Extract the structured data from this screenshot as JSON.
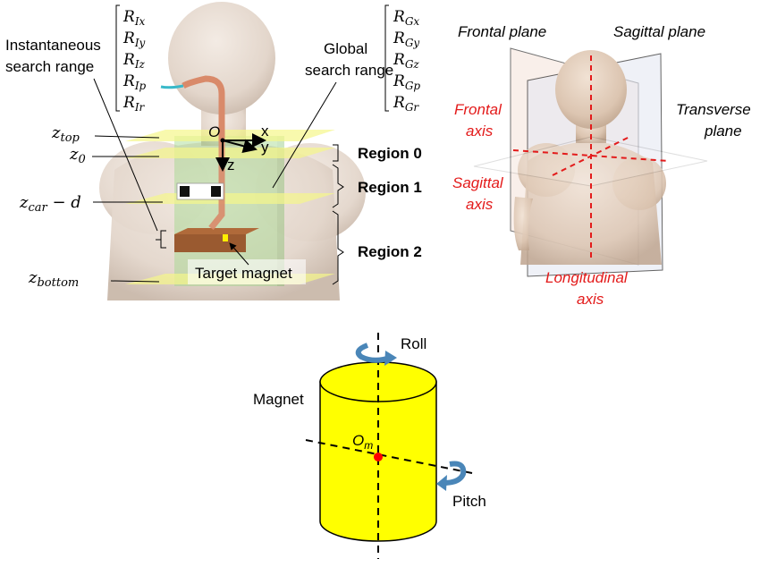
{
  "left_panel": {
    "labels": {
      "instantaneous_line1": "Instantaneous",
      "instantaneous_line2": "search range",
      "global_line1": "Global",
      "global_line2": "search range",
      "region0": "Region 0",
      "region1": "Region 1",
      "region2": "Region 2",
      "target_magnet": "Target magnet",
      "origin": "O",
      "axis_x": "x",
      "axis_y": "y",
      "axis_z": "z"
    },
    "instantaneous_params": [
      {
        "base": "R",
        "sub": "Ix"
      },
      {
        "base": "R",
        "sub": "Iy"
      },
      {
        "base": "R",
        "sub": "Iz"
      },
      {
        "base": "R",
        "sub": "Ip"
      },
      {
        "base": "R",
        "sub": "Ir"
      }
    ],
    "global_params": [
      {
        "base": "R",
        "sub": "Gx"
      },
      {
        "base": "R",
        "sub": "Gy"
      },
      {
        "base": "R",
        "sub": "Gz"
      },
      {
        "base": "R",
        "sub": "Gp"
      },
      {
        "base": "R",
        "sub": "Gr"
      }
    ],
    "z_levels": {
      "top": {
        "base": "z",
        "sub": "top"
      },
      "zero": {
        "base": "z",
        "sub": "0"
      },
      "car": {
        "base": "z",
        "sub": "car",
        "suffix": " − d"
      },
      "bottom": {
        "base": "z",
        "sub": "bottom"
      }
    }
  },
  "right_panel": {
    "frontal_plane": "Frontal plane",
    "sagittal_plane": "Sagittal plane",
    "transverse_line1": "Transverse",
    "transverse_line2": "plane",
    "frontal_axis_line1": "Frontal",
    "frontal_axis_line2": "axis",
    "sagittal_axis_line1": "Sagittal",
    "sagittal_axis_line2": "axis",
    "longitudinal_line1": "Longitudinal",
    "longitudinal_line2": "axis",
    "axis_color": "#e31b1b"
  },
  "bottom_panel": {
    "magnet": "Magnet",
    "roll": "Roll",
    "pitch": "Pitch",
    "origin_base": "O",
    "origin_sub": "m",
    "cylinder_color": "#ffff00",
    "arrow_color": "#4a86b8",
    "center_color": "#ff0000"
  }
}
